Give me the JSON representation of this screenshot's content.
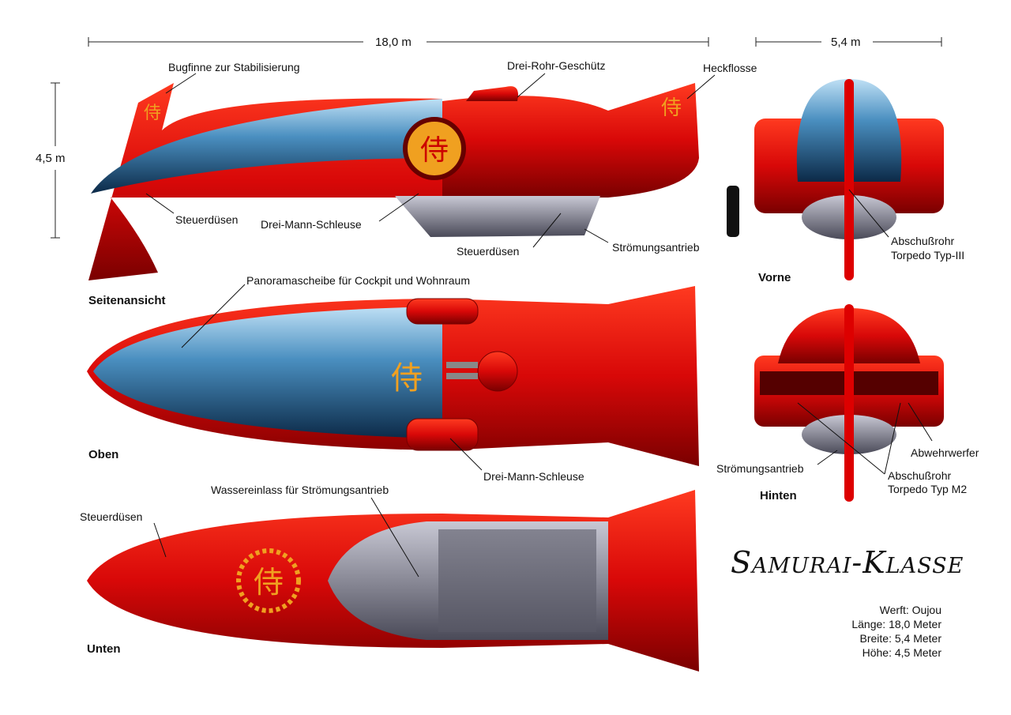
{
  "dimensions": {
    "length": "18,0 m",
    "height": "4,5 m",
    "width": "5,4 m"
  },
  "views": {
    "side": "Seitenansicht",
    "top": "Oben",
    "bottom": "Unten",
    "front": "Vorne",
    "rear": "Hinten"
  },
  "labels": {
    "bow_fin": "Bugfinne zur Stabilisierung",
    "gun": "Drei-Rohr-Geschütz",
    "tail_fin": "Heckflosse",
    "thrusters_side_front": "Steuerdüsen",
    "airlock_side": "Drei-Mann-Schleuse",
    "thrusters_side_rear": "Steuerdüsen",
    "flow_drive_side": "Strömungsantrieb",
    "panorama": "Panoramascheibe für Cockpit und Wohnraum",
    "airlock_top": "Drei-Mann-Schleuse",
    "water_intake": "Wassereinlass für Strömungsantrieb",
    "thrusters_bottom": "Steuerdüsen",
    "front_tube_1": "Abschußrohr",
    "front_tube_2": "Torpedo Typ-III",
    "rear_countermeasure": "Abwehrwerfer",
    "rear_flow_drive": "Strömungsantrieb",
    "rear_tube_1": "Abschußrohr",
    "rear_tube_2": "Torpedo Typ M2"
  },
  "title": "Samurai-Klasse",
  "specs": {
    "shipyard": "Werft: Oujou",
    "length": "Länge: 18,0 Meter",
    "width": "Breite: 5,4 Meter",
    "height": "Höhe: 4,5 Meter"
  },
  "emblem_glyph": "侍",
  "colors": {
    "hull": "#e01010",
    "canopy": "#4a8fc0",
    "flames": "#f0a020",
    "grey": "#7a7a88"
  }
}
